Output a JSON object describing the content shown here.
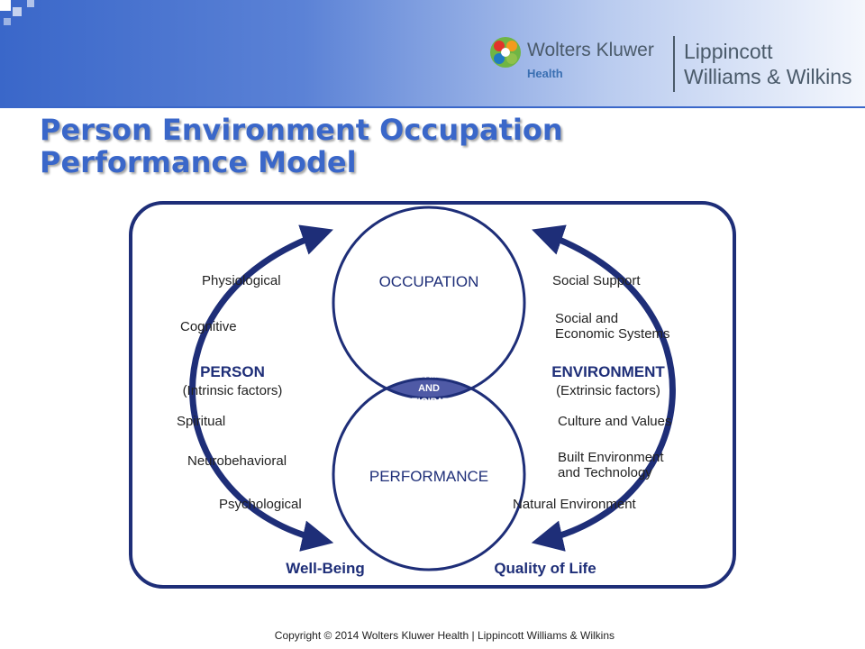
{
  "slide": {
    "title_line1": "Person Environment Occupation",
    "title_line2": "Performance Model",
    "footer": "Copyright © 2014 Wolters Kluwer Health | Lippincott Williams & Wilkins"
  },
  "logo": {
    "brand": "Wolters Kluwer",
    "sub": "Health",
    "publisher_line1": "Lippincott",
    "publisher_line2": "Williams & Wilkins"
  },
  "diagram": {
    "occupation": "OCCUPATION",
    "performance": "PERFORMANCE",
    "center_lines": [
      "OCCUPATIONAL",
      "PERFORMANCE",
      "AND",
      "PARTICIPATION"
    ],
    "person": {
      "title": "PERSON",
      "subtitle": "(Intrinsic factors)",
      "factors": [
        "Physiological",
        "Cognitive",
        "Spiritual",
        "Neurobehavioral",
        "Psychological"
      ]
    },
    "environment": {
      "title": "ENVIRONMENT",
      "subtitle": "(Extrinsic factors)",
      "factors": [
        "Social Support",
        "Social and",
        "Economic Systems",
        "Culture and Values",
        "Built Environment",
        "and Technology",
        "Natural Environment"
      ]
    },
    "outcome_left": "Well-Being",
    "outcome_right": "Quality of Life"
  },
  "colors": {
    "navy": "#1e2e78",
    "accent_blue": "#3a67c9",
    "intersection_fill": "#4f5aa6"
  }
}
